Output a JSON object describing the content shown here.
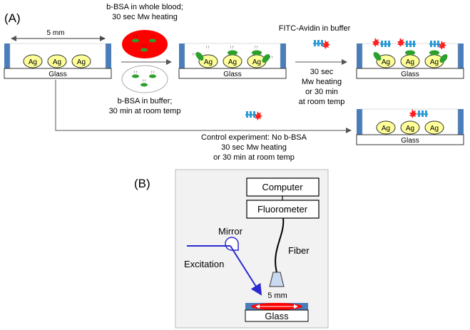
{
  "panel_a": {
    "label": "(A)",
    "width_label": "5 mm",
    "ag": "Ag",
    "glass": "Glass",
    "top_reagent": [
      "b-BSA in whole blood;",
      "30 sec Mw heating"
    ],
    "bottom_reagent": [
      "b-BSA in buffer;",
      "30 min at room temp"
    ],
    "fitc_label": "FITC-Avidin in buffer",
    "step2_conditions": [
      "30 sec",
      "Mw heating",
      "or 30 min",
      "at room temp"
    ],
    "control": [
      "Control experiment: No b-BSA",
      "30 sec Mw heating",
      "or 30 min at room temp"
    ]
  },
  "panel_b": {
    "label": "(B)",
    "computer": "Computer",
    "fluorometer": "Fluorometer",
    "mirror": "Mirror",
    "fiber": "Fiber",
    "excitation": "Excitation",
    "width_label": "5 mm",
    "glass": "Glass"
  },
  "colors": {
    "blood": "#ff0000",
    "bsa": "#2ca02c",
    "ag_fill": "#ffff99",
    "slide_edge": "#4a7ebb",
    "panel_b_bg": "#f2f2f2",
    "excitation": "#2a2ad0"
  }
}
